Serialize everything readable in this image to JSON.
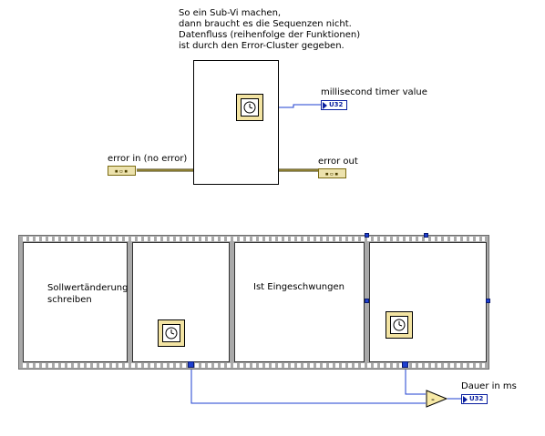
{
  "note": {
    "text": "So ein Sub-Vi machen,\ndann braucht es die Sequenzen nicht.\nDatenfluss (reihenfolge der Funktionen)\nist durch den Error-Cluster gegeben."
  },
  "subvi": {
    "error_in_label": "error in (no error)",
    "error_out_label": "error out",
    "timer_label": "millisecond timer value",
    "timer_indicator_type": "U32"
  },
  "sequence": {
    "frames": [
      {
        "text": "Sollwertänderung\n schreiben"
      },
      {
        "text": ""
      },
      {
        "text": "Ist Eingeschwungen"
      },
      {
        "text": ""
      }
    ],
    "result_label": "Dauer in ms",
    "result_indicator_type": "U32",
    "subtract_symbol": "-"
  },
  "icons": {
    "timer": "tick-count-icon",
    "cluster": "error-cluster-icon",
    "indicator": "numeric-indicator-icon",
    "subtract": "subtract-function-icon"
  },
  "colors": {
    "numeric_wire": "#1e3fd0",
    "error_wire": "#8a7a10",
    "error_wire_dark": "#3a3000",
    "sequence_frame": "#a9a9a9",
    "timer_icon_bg": "#f3e4a3"
  }
}
